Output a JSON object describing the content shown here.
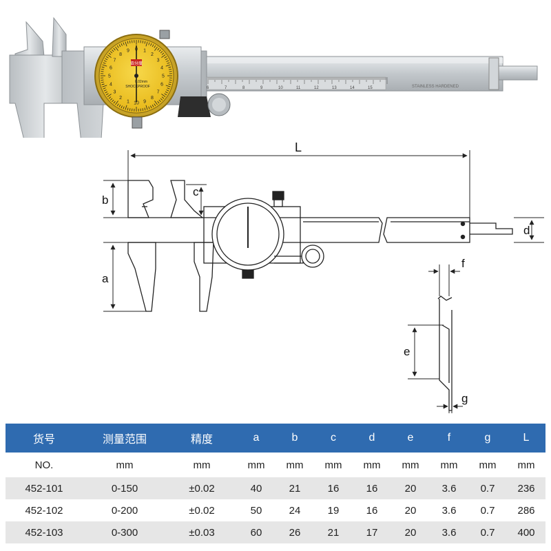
{
  "photo": {
    "dial_brand": "佰分度",
    "dial_text_unit": "0.02mm",
    "dial_text_proof": "SHOCKPROOF",
    "scale_label": "STAINLESS HARDENED",
    "dial_numbers": [
      "0",
      "1",
      "2",
      "3",
      "4",
      "5",
      "6",
      "7",
      "8",
      "9",
      "10",
      "1",
      "2",
      "3",
      "4",
      "5",
      "6",
      "7",
      "8",
      "9"
    ],
    "scale_numbers": [
      "6",
      "7",
      "8",
      "9",
      "10",
      "11",
      "12",
      "13",
      "14",
      "15"
    ]
  },
  "dimensions": {
    "L": "L",
    "a": "a",
    "b": "b",
    "c": "c",
    "d": "d",
    "e": "e",
    "f": "f",
    "g": "g"
  },
  "table": {
    "headers": [
      "货号",
      "测量范围",
      "精度",
      "a",
      "b",
      "c",
      "d",
      "e",
      "f",
      "g",
      "L"
    ],
    "units": [
      "NO.",
      "mm",
      "mm",
      "mm",
      "mm",
      "mm",
      "mm",
      "mm",
      "mm",
      "mm",
      "mm"
    ],
    "rows": [
      [
        "452-101",
        "0-150",
        "±0.02",
        "40",
        "21",
        "16",
        "16",
        "20",
        "3.6",
        "0.7",
        "236"
      ],
      [
        "452-102",
        "0-200",
        "±0.02",
        "50",
        "24",
        "19",
        "16",
        "20",
        "3.6",
        "0.7",
        "286"
      ],
      [
        "452-103",
        "0-300",
        "±0.03",
        "60",
        "26",
        "21",
        "17",
        "20",
        "3.6",
        "0.7",
        "400"
      ]
    ]
  },
  "colors": {
    "header_blue": "#2f6bb0",
    "dial_yellow": "#f2c41c",
    "steel": "#c8cccf",
    "row_shade": "#e6e6e6"
  }
}
